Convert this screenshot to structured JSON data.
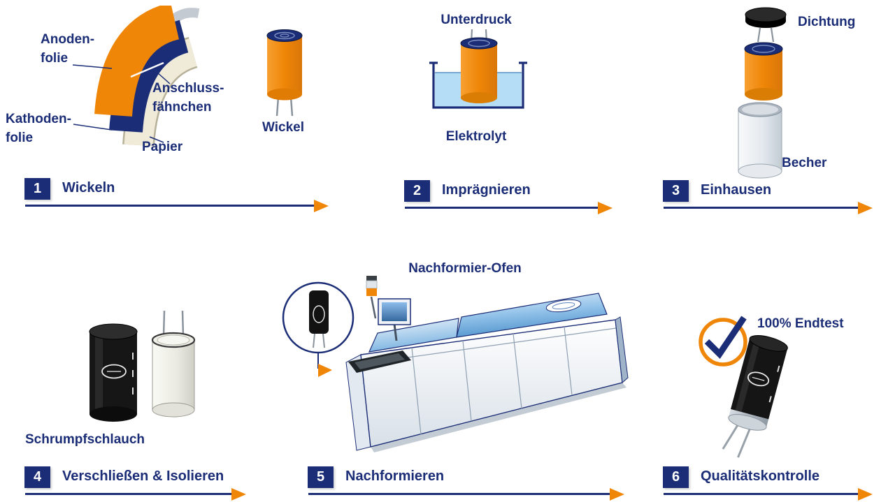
{
  "colors": {
    "navy": "#1b2d76",
    "orange": "#ef8607",
    "electrolyte_blue": "#b5ddf5"
  },
  "steps": [
    {
      "number": "1",
      "title": "Wickeln"
    },
    {
      "number": "2",
      "title": "Imprägnieren"
    },
    {
      "number": "3",
      "title": "Einhausen"
    },
    {
      "number": "4",
      "title": "Verschließen & Isolieren"
    },
    {
      "number": "5",
      "title": "Nachformieren"
    },
    {
      "number": "6",
      "title": "Qualitätskontrolle"
    }
  ],
  "labels": {
    "anoden_folie": "Anoden-\nfolie",
    "anschluss_faehnchen": "Anschluss-\nfähnchen",
    "kathoden_folie": "Kathoden-\nfolie",
    "papier": "Papier",
    "wickel": "Wickel",
    "unterdruck": "Unterdruck",
    "elektrolyt": "Elektrolyt",
    "dichtung": "Dichtung",
    "becher": "Becher",
    "schrumpfschlauch": "Schrumpfschlauch",
    "nachformier_ofen": "Nachformier-Ofen",
    "endtest": "100% Endtest"
  }
}
